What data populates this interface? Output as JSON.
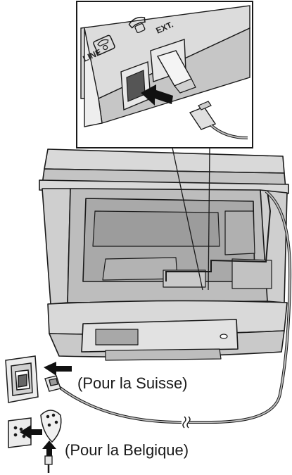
{
  "captions": {
    "switzerland": "(Pour la Suisse)",
    "belgium": "(Pour la Belgique)"
  },
  "ports": {
    "line": "LINE",
    "ext": "EXT."
  },
  "colors": {
    "outline": "#1a1a1a",
    "gray_light": "#d9d9d9",
    "gray_mid": "#b5b5b5",
    "gray_dark": "#8c8c8c",
    "arrow": "#111111"
  },
  "icons": [
    "phone-icon",
    "insert-arrow-icon",
    "rj11-plug-icon",
    "wall-socket-icon",
    "cable-break-icon"
  ]
}
